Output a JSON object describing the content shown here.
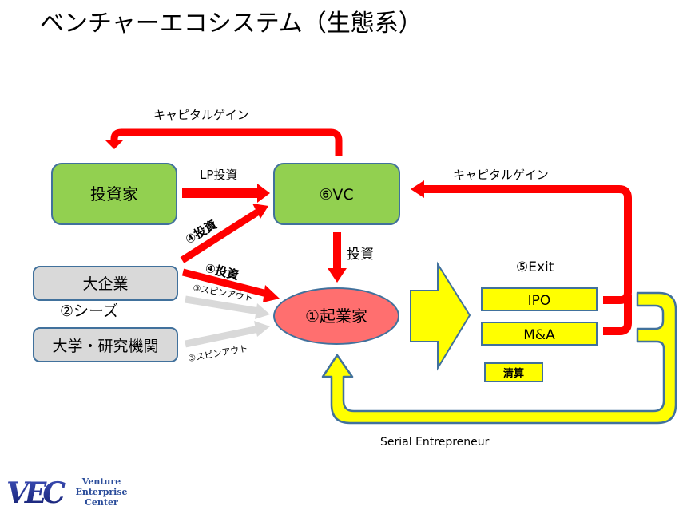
{
  "title": "ベンチャーエコシステム（生態系）",
  "colors": {
    "green_box": "#92d050",
    "gray_box": "#d9d9d9",
    "red_ellipse": "#ff6f6f",
    "yellow": "#ffff00",
    "border": "#41719c",
    "red_arrow": "#ff0000",
    "gray_arrow": "#d9d9d9",
    "logo_blue": "#1c2a8c"
  },
  "nodes": {
    "investor": "投資家",
    "vc": "⑥VC",
    "large_corp": "大企業",
    "university": "大学・研究機関",
    "entrepreneur": "①起業家",
    "exit_label": "⑤Exit",
    "ipo": "IPO",
    "ma": "M&A",
    "liquidation": "清算",
    "seeds": "②シーズ"
  },
  "edges": {
    "capital_gain_top": "キャピタルゲイン",
    "capital_gain_right": "キャピタルゲイン",
    "lp_investment": "LP投資",
    "vc_investment": "投資",
    "corp_to_vc": "④投資",
    "corp_to_entrepreneur": "④投資",
    "spinout_corp": "③スピンアウト",
    "spinout_univ": "③スピンアウト",
    "serial": "Serial Entrepreneur"
  },
  "logo": {
    "mark": "VEC",
    "line1": "Venture",
    "line2": "Enterprise",
    "line3": "Center"
  }
}
